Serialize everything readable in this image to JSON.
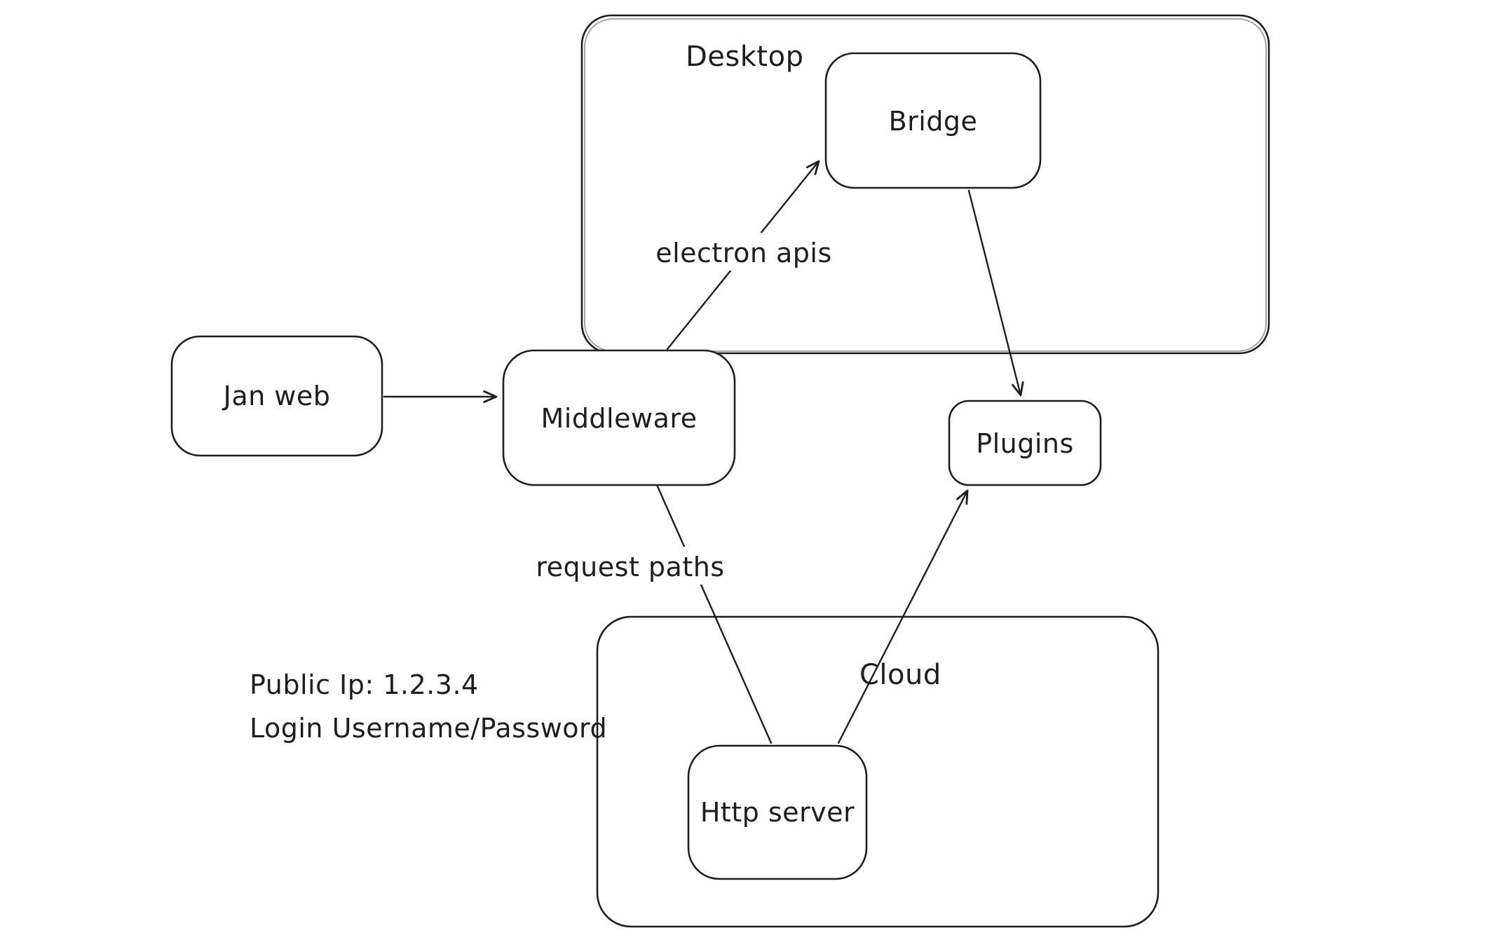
{
  "colors": {
    "stroke": "#1e1e1e",
    "background": "#ffffff"
  },
  "containers": {
    "desktop": {
      "label": "Desktop"
    },
    "cloud": {
      "label": "Cloud"
    }
  },
  "nodes": {
    "jan_web": {
      "label": "Jan web"
    },
    "middleware": {
      "label": "Middleware"
    },
    "bridge": {
      "label": "Bridge"
    },
    "plugins": {
      "label": "Plugins"
    },
    "http_server": {
      "label": "Http server"
    }
  },
  "edges": {
    "electron_apis": {
      "label": "electron apis"
    },
    "request_paths": {
      "label": "request paths"
    }
  },
  "annotations": {
    "line1": "Public Ip: 1.2.3.4",
    "line2": "Login Username/Password"
  }
}
